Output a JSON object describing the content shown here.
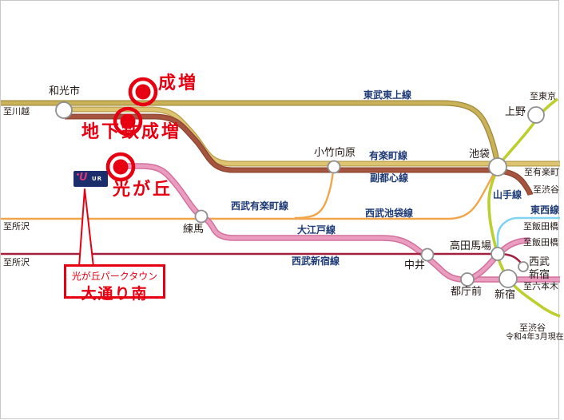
{
  "map": {
    "note": "令和4年3月現在",
    "lines": {
      "tobu_tojo": "東武東上線",
      "yurakucho": "有楽町線",
      "fukutoshin": "副都心線",
      "seibu_yurakucho": "西武有楽町線",
      "seibu_ikebukuro": "西武池袋線",
      "oedo": "大江戸線",
      "seibu_shinjuku": "西武新宿線",
      "yamanote": "山手線",
      "tozai": "東西線"
    },
    "stations": {
      "wakoshi": "和光市",
      "kotake_mukaihara": "小竹向原",
      "ikebukuro": "池袋",
      "ueno": "上野",
      "nerima": "練馬",
      "nakai": "中井",
      "takadanobaba": "高田馬場",
      "tochomae": "都庁前",
      "shinjuku": "新宿",
      "seibu_shinjuku_l1": "西武",
      "seibu_shinjuku_l2": "新宿"
    },
    "highlighted_stations": {
      "narimasu": "成増",
      "chikatetsu_narimasu": "地下鉄成増",
      "hikarigaoka": "光が丘"
    },
    "destinations": {
      "kawagoe": "至川越",
      "tokorozawa_ikebukuro_line": "至所沢",
      "tokorozawa_shinjuku_line": "至所沢",
      "tokyo": "至東京",
      "yurakucho": "至有楽町",
      "shibuya_fukutoshin": "至渋谷",
      "iidabashi_tozai": "至飯田橋",
      "iidabashi_oedo": "至飯田橋",
      "roppongi": "至六本木",
      "shibuya_yamanote": "至渋谷"
    },
    "callout": {
      "line1": "光が丘パークタウン",
      "line2": "大通り南"
    },
    "ur_badge": {
      "mark": "U",
      "text": "UR"
    }
  },
  "colors": {
    "markerRed": "#e60012",
    "labelNavy": "#1e3a75",
    "textBlack": "#231815",
    "circleStroke": "#8f8f8f",
    "tojo": "#c9b258",
    "tojoEdge": "#a18a3e",
    "yurakucho": "#dcc473",
    "yurakuchoEdge": "#bb9f4b",
    "fukutoshin": "#a5543f",
    "fukutoshinEdge": "#8e4430",
    "seibuOrange": "#f2a64b",
    "oedo": "#eb9dbf",
    "oedoEdge": "#d2709e",
    "seibuShinjuku": "#a31f3d",
    "yamanote": "#bccf2e",
    "tozai": "#82d2f2",
    "urNavy": "#1b2d6b",
    "urPink": "#d6367e"
  }
}
